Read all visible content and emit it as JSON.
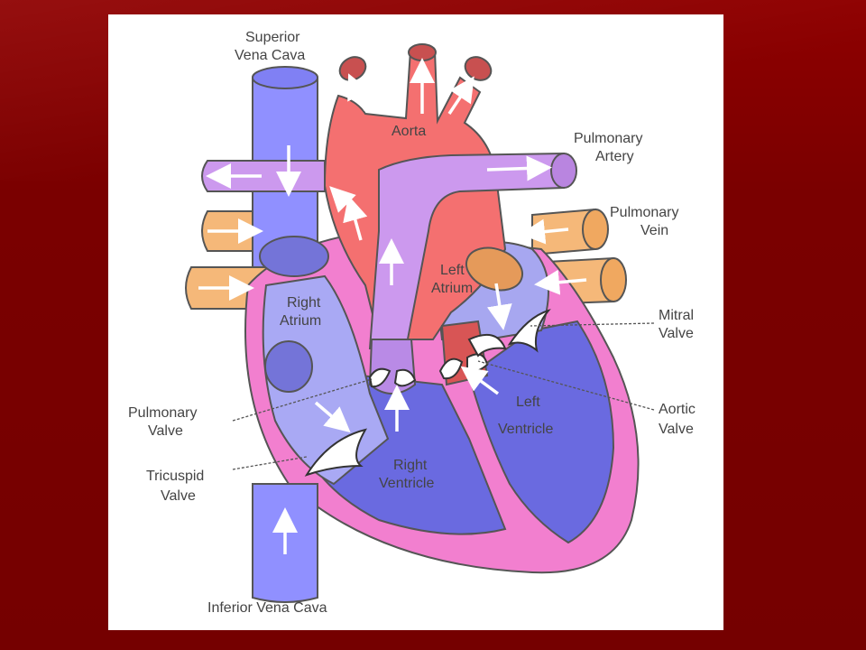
{
  "labels": {
    "superior_vena_cava": [
      "Superior",
      "Vena Cava"
    ],
    "aorta": "Aorta",
    "pulmonary_artery": [
      "Pulmonary",
      "Artery"
    ],
    "pulmonary_vein": [
      "Pulmonary",
      "Vein"
    ],
    "left_atrium": [
      "Left",
      "Atrium"
    ],
    "right_atrium": [
      "Right",
      "Atrium"
    ],
    "mitral_valve": [
      "Mitral",
      "Valve"
    ],
    "aortic_valve": [
      "Aortic",
      "Valve"
    ],
    "pulmonary_valve": [
      "Pulmonary",
      "Valve"
    ],
    "left_ventricle": [
      "Left",
      "Ventricle"
    ],
    "right_ventricle": [
      "Right",
      "Ventricle"
    ],
    "tricuspid_valve": [
      "Tricuspid",
      "Valve"
    ],
    "inferior_vena_cava": "Inferior Vena Cava"
  },
  "colors": {
    "vena_cava": "#9090ff",
    "aorta": "#f47070",
    "pulmonary_artery": "#cc99ee",
    "pulmonary_vein": "#f5b879",
    "heart_wall": "#f27fcf",
    "right_chamber": "#a9a9f4",
    "ventricle": "#6a6ae0",
    "left_atrium": "#a7a7f0",
    "arrow": "#ffffff"
  }
}
